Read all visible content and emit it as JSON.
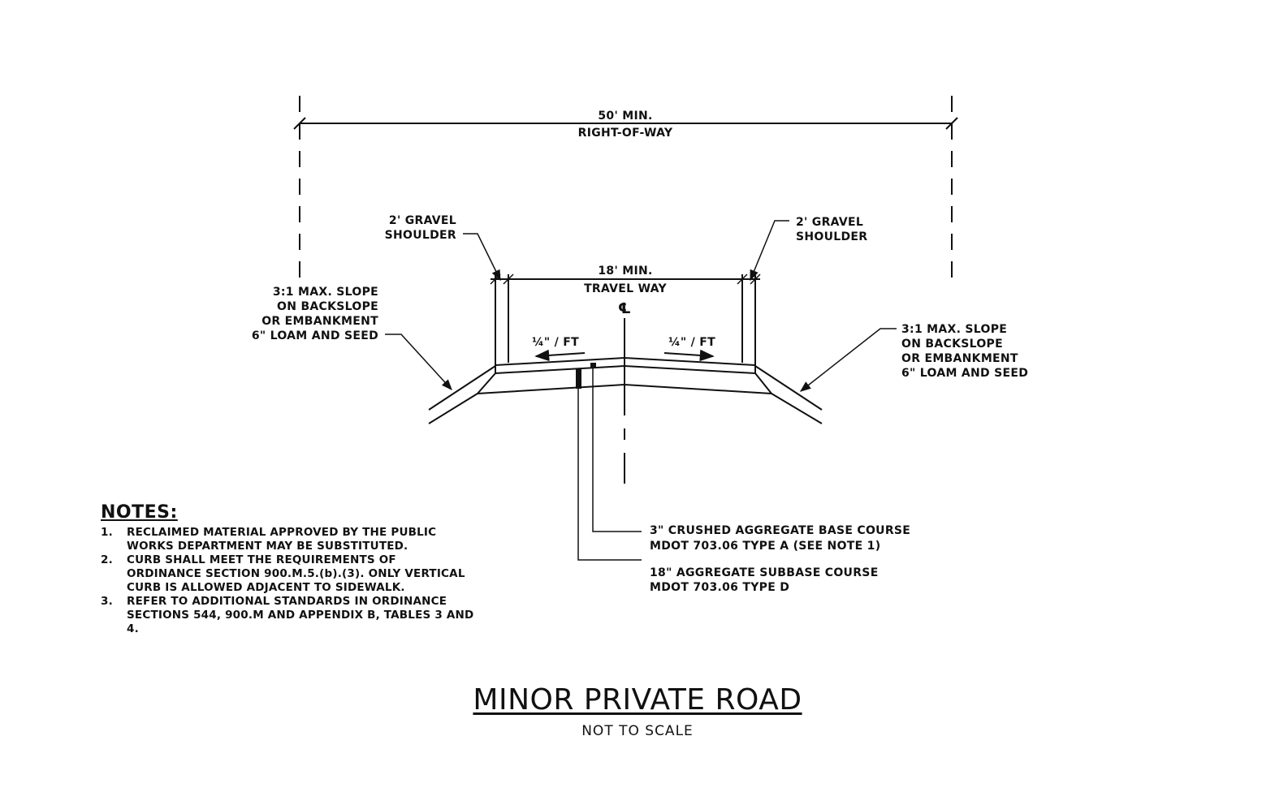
{
  "dimensions": {
    "row_width": "50' MIN.",
    "row_label": "RIGHT-OF-WAY",
    "travel_width": "18' MIN.",
    "travel_label": "TRAVEL WAY",
    "centerline_symbol": "℄"
  },
  "labels": {
    "shoulder_left": [
      "2' GRAVEL",
      "SHOULDER"
    ],
    "shoulder_right": [
      "2' GRAVEL",
      "SHOULDER"
    ],
    "slope_left": [
      "3:1 MAX. SLOPE",
      "ON BACKSLOPE",
      "OR EMBANKMENT",
      "6\" LOAM AND SEED"
    ],
    "slope_right": [
      "3:1 MAX. SLOPE",
      "ON BACKSLOPE",
      "OR EMBANKMENT",
      "6\" LOAM AND SEED"
    ],
    "crossfall_left": "¼\" / FT",
    "crossfall_right": "¼\" / FT",
    "base_course": [
      "3\" CRUSHED AGGREGATE BASE COURSE",
      "MDOT 703.06 TYPE A (SEE NOTE 1)"
    ],
    "subbase_course": [
      "18\" AGGREGATE SUBBASE COURSE",
      "MDOT 703.06 TYPE D"
    ]
  },
  "notes": {
    "heading": "NOTES:",
    "items": [
      {
        "num": "1.",
        "text": "RECLAIMED MATERIAL APPROVED BY THE PUBLIC WORKS DEPARTMENT MAY BE SUBSTITUTED."
      },
      {
        "num": "2.",
        "text": "CURB SHALL MEET THE REQUIREMENTS OF ORDINANCE SECTION 900.M.5.(b).(3). ONLY VERTICAL CURB IS ALLOWED ADJACENT TO SIDEWALK."
      },
      {
        "num": "3.",
        "text": "REFER TO ADDITIONAL STANDARDS IN ORDINANCE SECTIONS 544, 900.M AND APPENDIX B, TABLES 3 AND 4."
      }
    ]
  },
  "title": {
    "main": "MINOR PRIVATE ROAD",
    "sub": "NOT TO SCALE"
  }
}
